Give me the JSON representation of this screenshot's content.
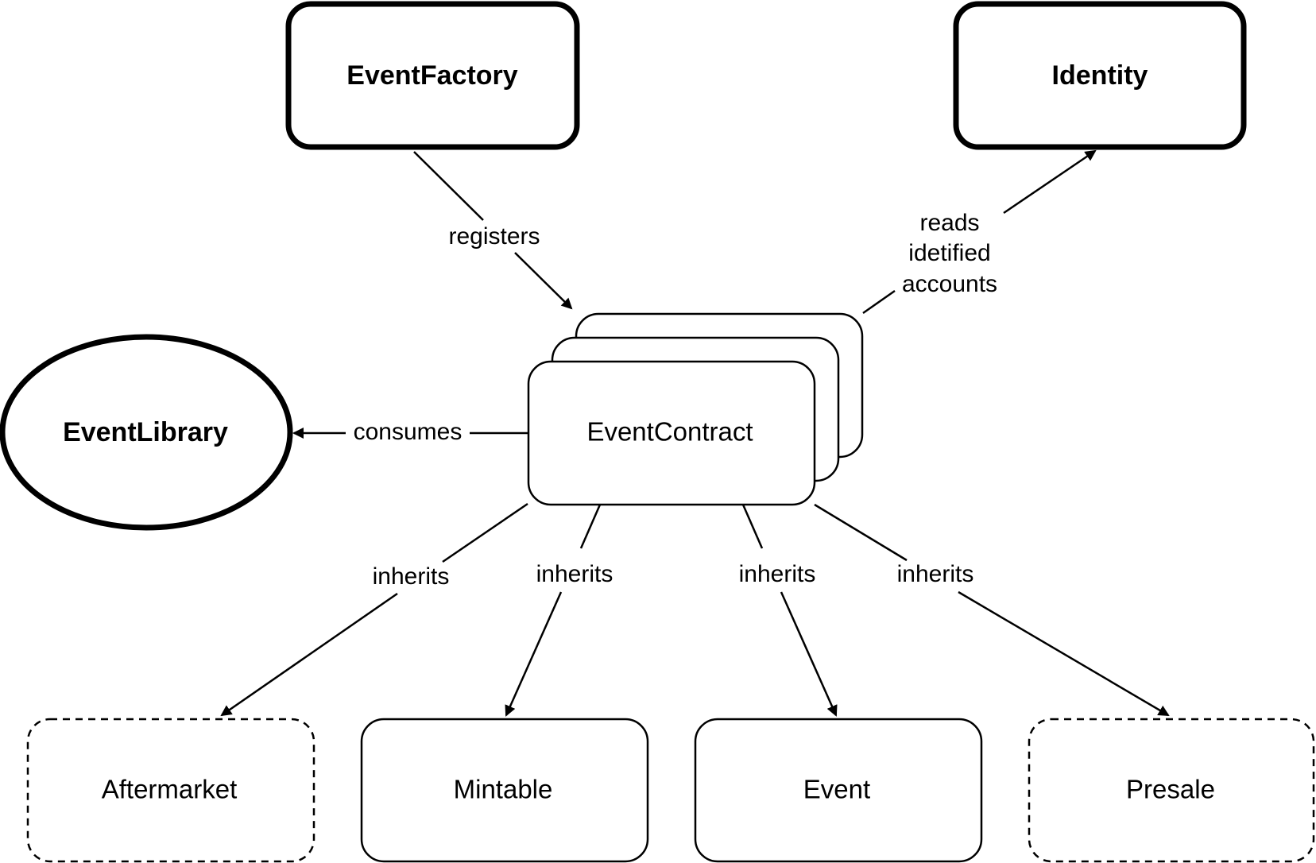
{
  "nodes": {
    "event_factory": "EventFactory",
    "identity": "Identity",
    "event_library": "EventLibrary",
    "event_contract": "EventContract",
    "aftermarket": "Aftermarket",
    "mintable": "Mintable",
    "event": "Event",
    "presale": "Presale"
  },
  "edges": {
    "registers": "registers",
    "reads_line1": "reads",
    "reads_line2": "idetified",
    "reads_line3": "accounts",
    "consumes": "consumes",
    "inherits_aftermarket": "inherits",
    "inherits_mintable": "inherits",
    "inherits_event": "inherits",
    "inherits_presale": "inherits"
  },
  "colors": {
    "stroke": "#000000",
    "background": "#ffffff"
  }
}
